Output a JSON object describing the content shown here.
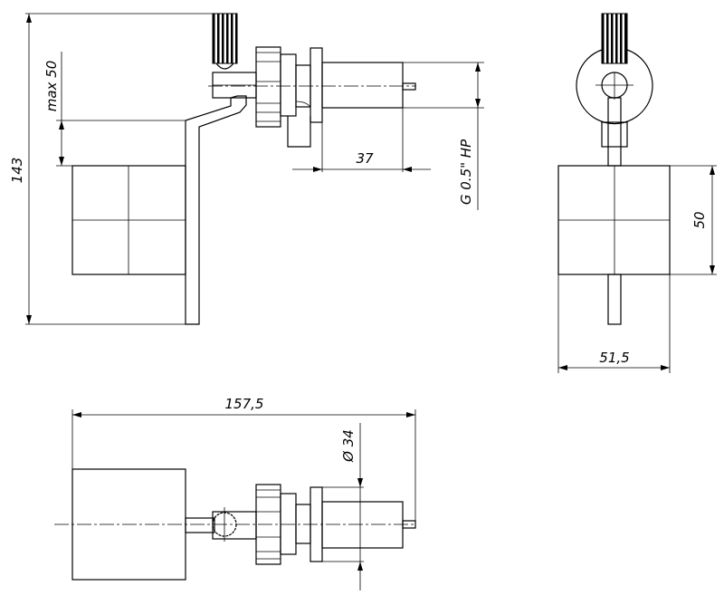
{
  "title": "Float valve assembly drawing",
  "dimensions": {
    "total_height": "143",
    "max_level": "max 50",
    "body_length": "37",
    "thread": "G 0.5\" HP",
    "float_height": "50",
    "float_width": "51,5",
    "total_length": "157,5",
    "diameter": "Ø 34"
  },
  "colors": {
    "line": "#000000",
    "background": "#ffffff"
  }
}
